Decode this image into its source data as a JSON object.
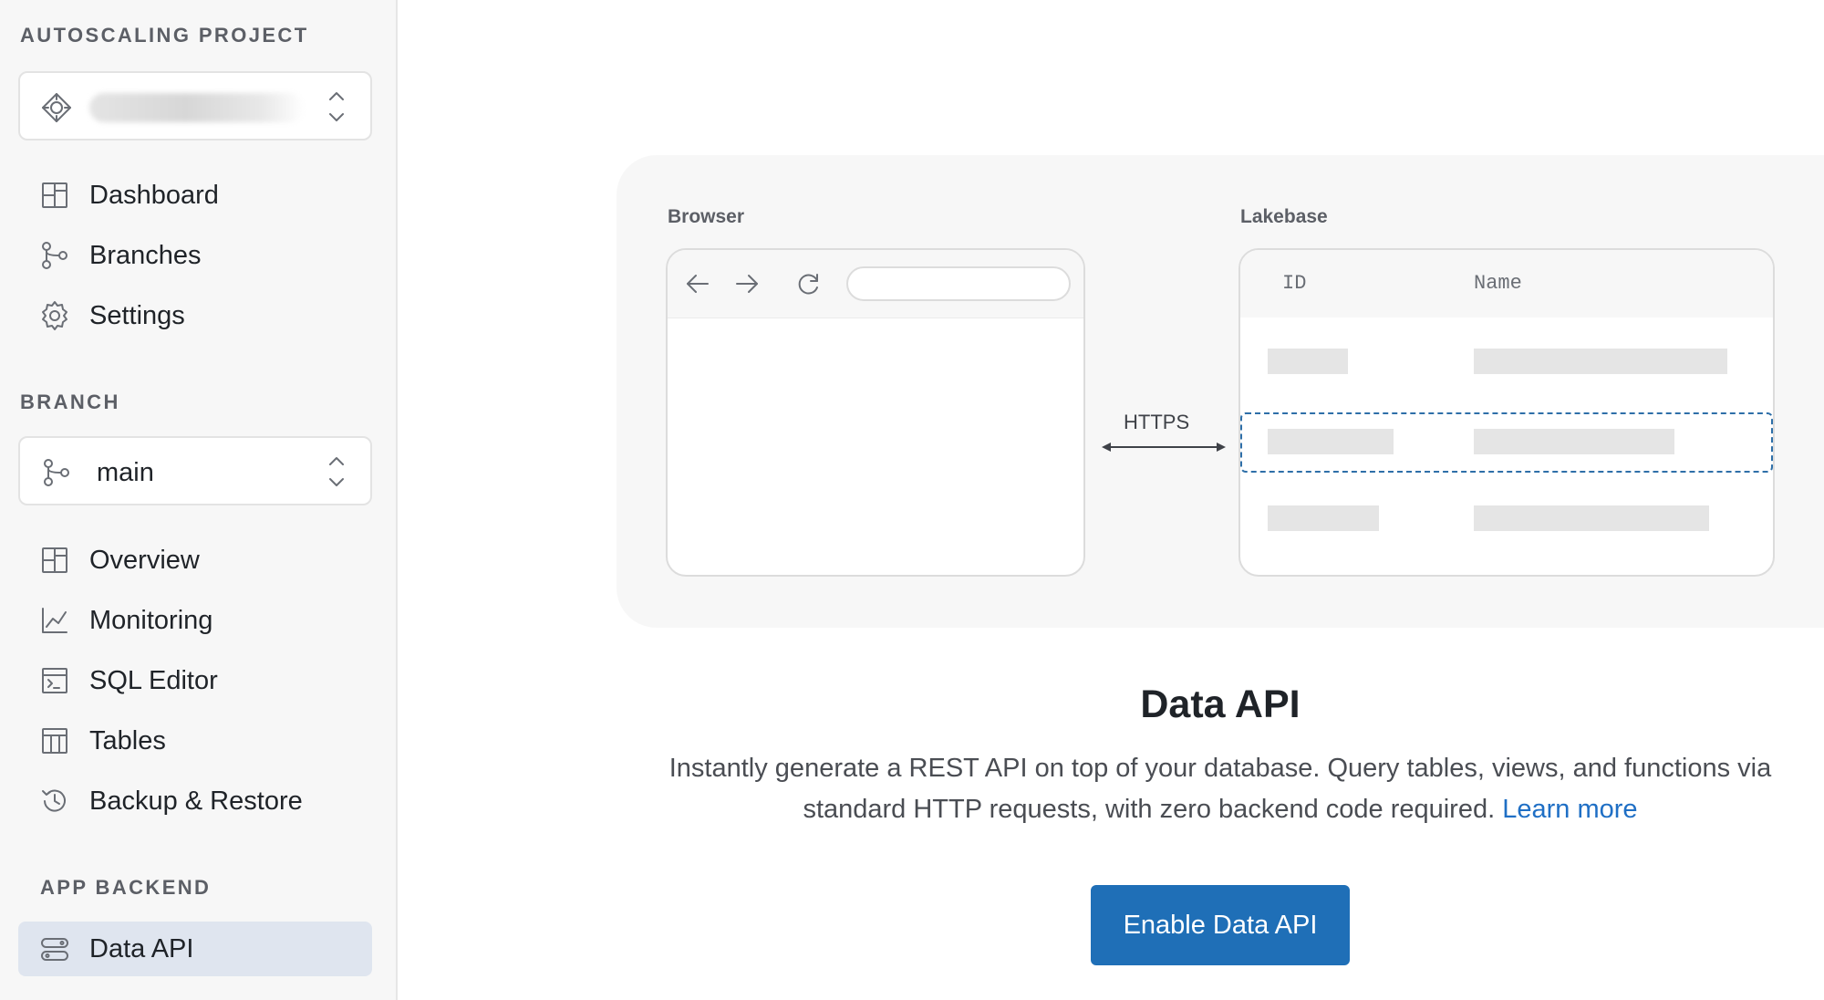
{
  "sidebar": {
    "project_section_label": "AUTOSCALING PROJECT",
    "project_nav": [
      {
        "label": "Dashboard",
        "icon": "dashboard-icon"
      },
      {
        "label": "Branches",
        "icon": "branch-icon"
      },
      {
        "label": "Settings",
        "icon": "gear-icon"
      }
    ],
    "branch_section_label": "BRANCH",
    "branch_selector_value": "main",
    "branch_nav": [
      {
        "label": "Overview",
        "icon": "overview-icon"
      },
      {
        "label": "Monitoring",
        "icon": "chart-line-icon"
      },
      {
        "label": "SQL Editor",
        "icon": "terminal-icon"
      },
      {
        "label": "Tables",
        "icon": "table-icon"
      },
      {
        "label": "Backup & Restore",
        "icon": "history-icon"
      }
    ],
    "app_backend_section_label": "APP BACKEND",
    "app_backend_nav": [
      {
        "label": "Data API",
        "icon": "data-api-icon",
        "active": true
      }
    ]
  },
  "illustration": {
    "browser_label": "Browser",
    "db_label": "Lakebase",
    "db_columns": [
      "ID",
      "Name"
    ],
    "connector_label": "HTTPS"
  },
  "main": {
    "title": "Data API",
    "description": "Instantly generate a REST API on top of your database. Query tables, views, and functions via standard HTTP requests, with zero backend code required.",
    "learn_more_label": "Learn more",
    "enable_button_label": "Enable Data API"
  },
  "colors": {
    "accent": "#1f6fb7",
    "link": "#1f6fc5",
    "active_nav_bg": "#dfe5ef",
    "sidebar_bg": "#f7f7f7"
  }
}
